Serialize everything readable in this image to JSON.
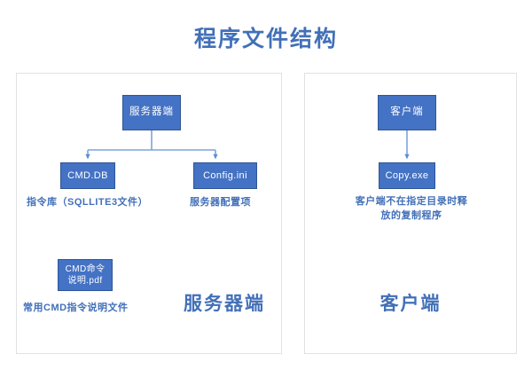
{
  "page": {
    "title": "程序文件结构",
    "background_color": "#ffffff",
    "accent_color": "#4472c4",
    "text_accent_color": "#4270b8",
    "connector_color": "#7ba3dd",
    "panel_border_color": "#e2e2e2"
  },
  "panels": [
    {
      "id": "server",
      "label": "服务器端",
      "nodes": [
        {
          "id": "server-root",
          "label": "服务器端"
        },
        {
          "id": "cmd-db",
          "label": "CMD.DB"
        },
        {
          "id": "config-ini",
          "label": "Config.ini"
        },
        {
          "id": "cmd-pdf",
          "label": "CMD命令\n说明.pdf"
        }
      ],
      "captions": [
        {
          "id": "cmd-db-caption",
          "text": "指令库（SQLLITE3文件）"
        },
        {
          "id": "config-ini-caption",
          "text": "服务器配置项"
        },
        {
          "id": "cmd-pdf-caption",
          "text": "常用CMD指令说明文件"
        }
      ]
    },
    {
      "id": "client",
      "label": "客户端",
      "nodes": [
        {
          "id": "client-root",
          "label": "客户端"
        },
        {
          "id": "copy-exe",
          "label": "Copy.exe"
        }
      ],
      "captions": [
        {
          "id": "copy-exe-caption",
          "text": "客户端不在指定目录时释\n放的复制程序"
        }
      ]
    }
  ]
}
